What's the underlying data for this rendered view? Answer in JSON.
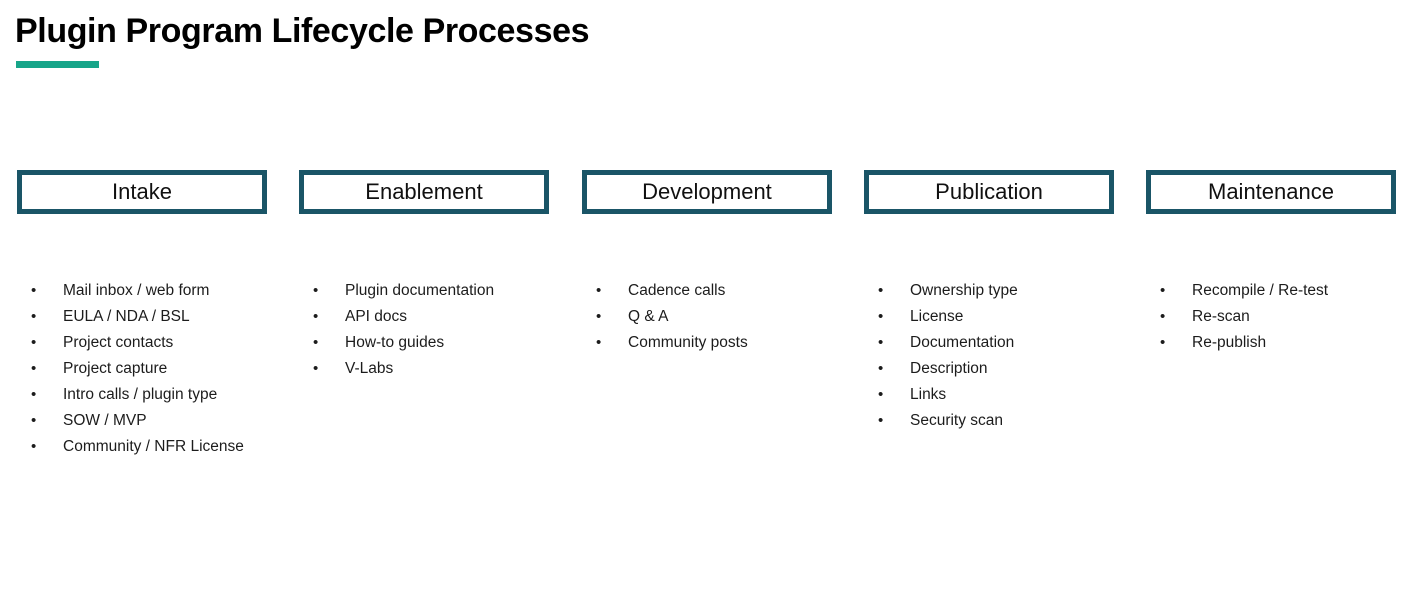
{
  "slide": {
    "title": "Plugin Program Lifecycle Processes",
    "accent_color": "#17a589",
    "header_border_color": "#1a5567",
    "background_color": "#ffffff",
    "text_color": "#1c1c1c",
    "bullet_glyph": "•"
  },
  "columns": [
    {
      "stage": "Intake",
      "items": [
        "Mail inbox / web form",
        "EULA / NDA / BSL",
        "Project contacts",
        "Project capture",
        "Intro calls / plugin type",
        "SOW / MVP",
        "Community / NFR License"
      ]
    },
    {
      "stage": "Enablement",
      "items": [
        "Plugin documentation",
        "API docs",
        "How-to guides",
        "V-Labs"
      ]
    },
    {
      "stage": "Development",
      "items": [
        "Cadence calls",
        "Q & A",
        "Community posts"
      ]
    },
    {
      "stage": "Publication",
      "items": [
        "Ownership type",
        "License",
        "Documentation",
        "Description",
        "Links",
        "Security scan"
      ]
    },
    {
      "stage": "Maintenance",
      "items": [
        "Recompile / Re-test",
        "Re-scan",
        "Re-publish"
      ]
    }
  ]
}
